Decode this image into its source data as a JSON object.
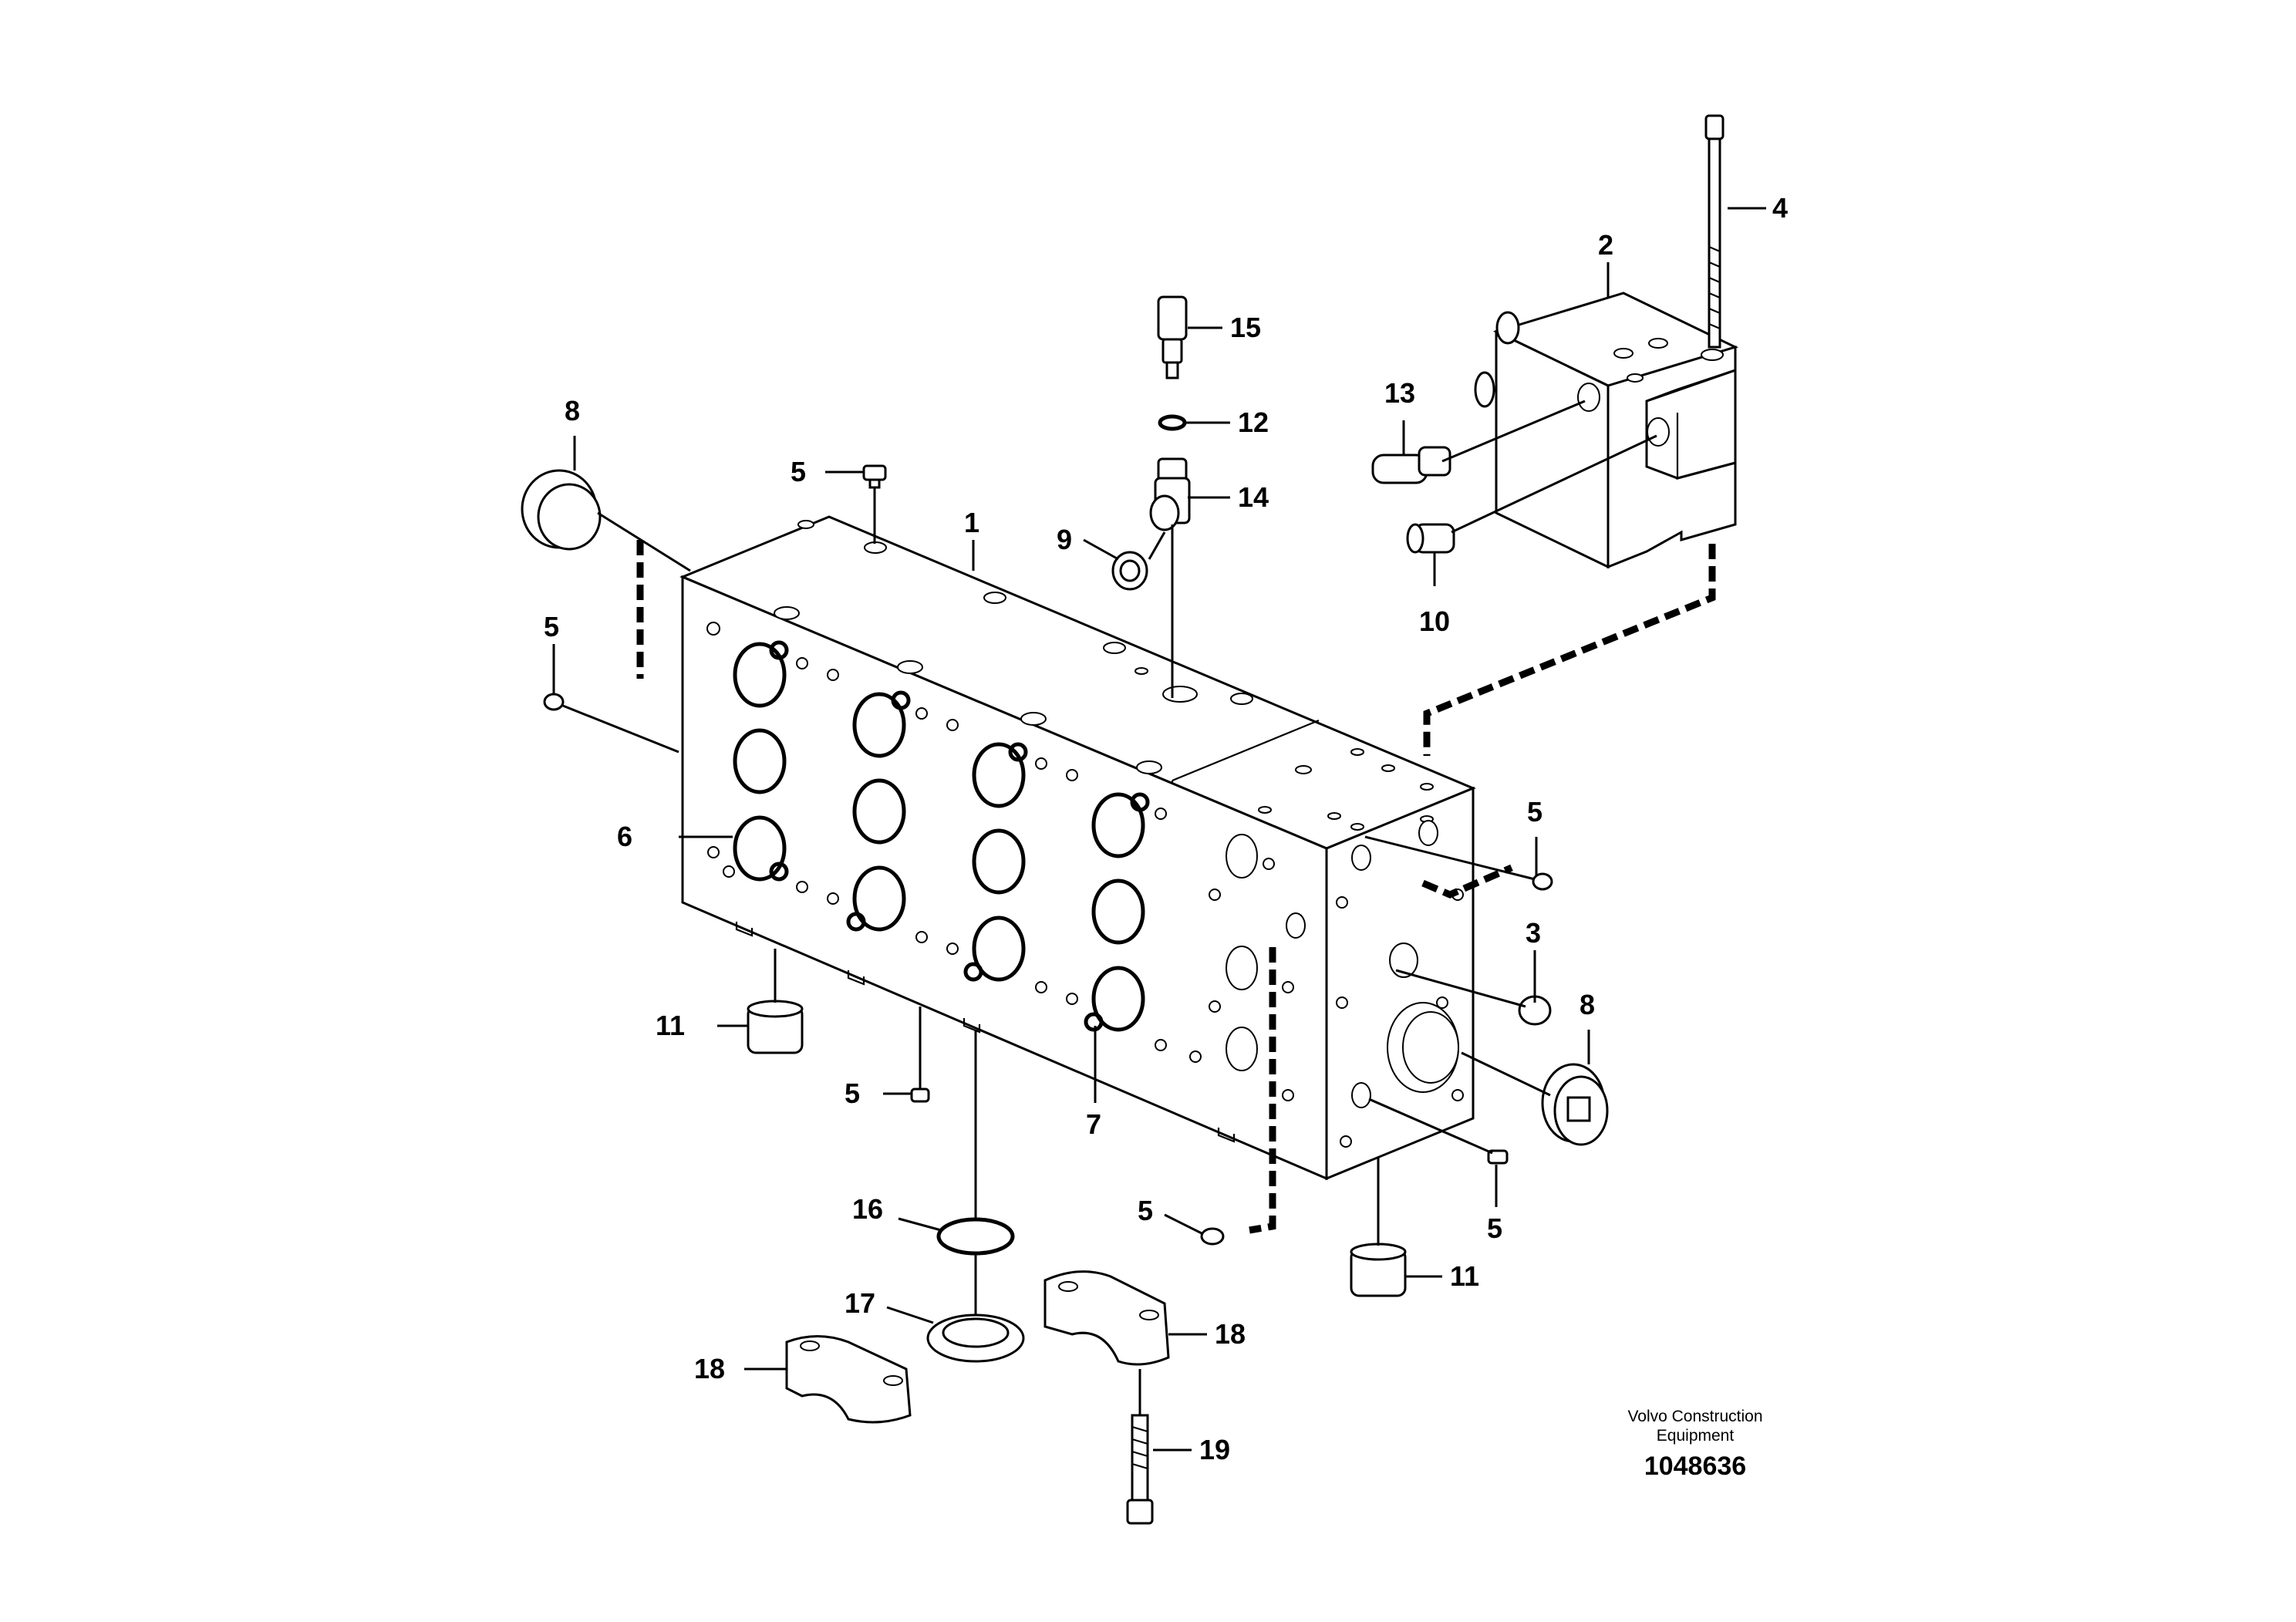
{
  "callouts": {
    "c1": "1",
    "c2": "2",
    "c3": "3",
    "c4": "4",
    "c5": "5",
    "c6": "6",
    "c7": "7",
    "c8": "8",
    "c9": "9",
    "c10": "10",
    "c11": "11",
    "c12": "12",
    "c13": "13",
    "c14": "14",
    "c15": "15",
    "c16": "16",
    "c17": "17",
    "c18": "18",
    "c19": "19"
  },
  "caption": {
    "line1": "Volvo Construction",
    "line2": "Equipment",
    "number": "1048636"
  }
}
